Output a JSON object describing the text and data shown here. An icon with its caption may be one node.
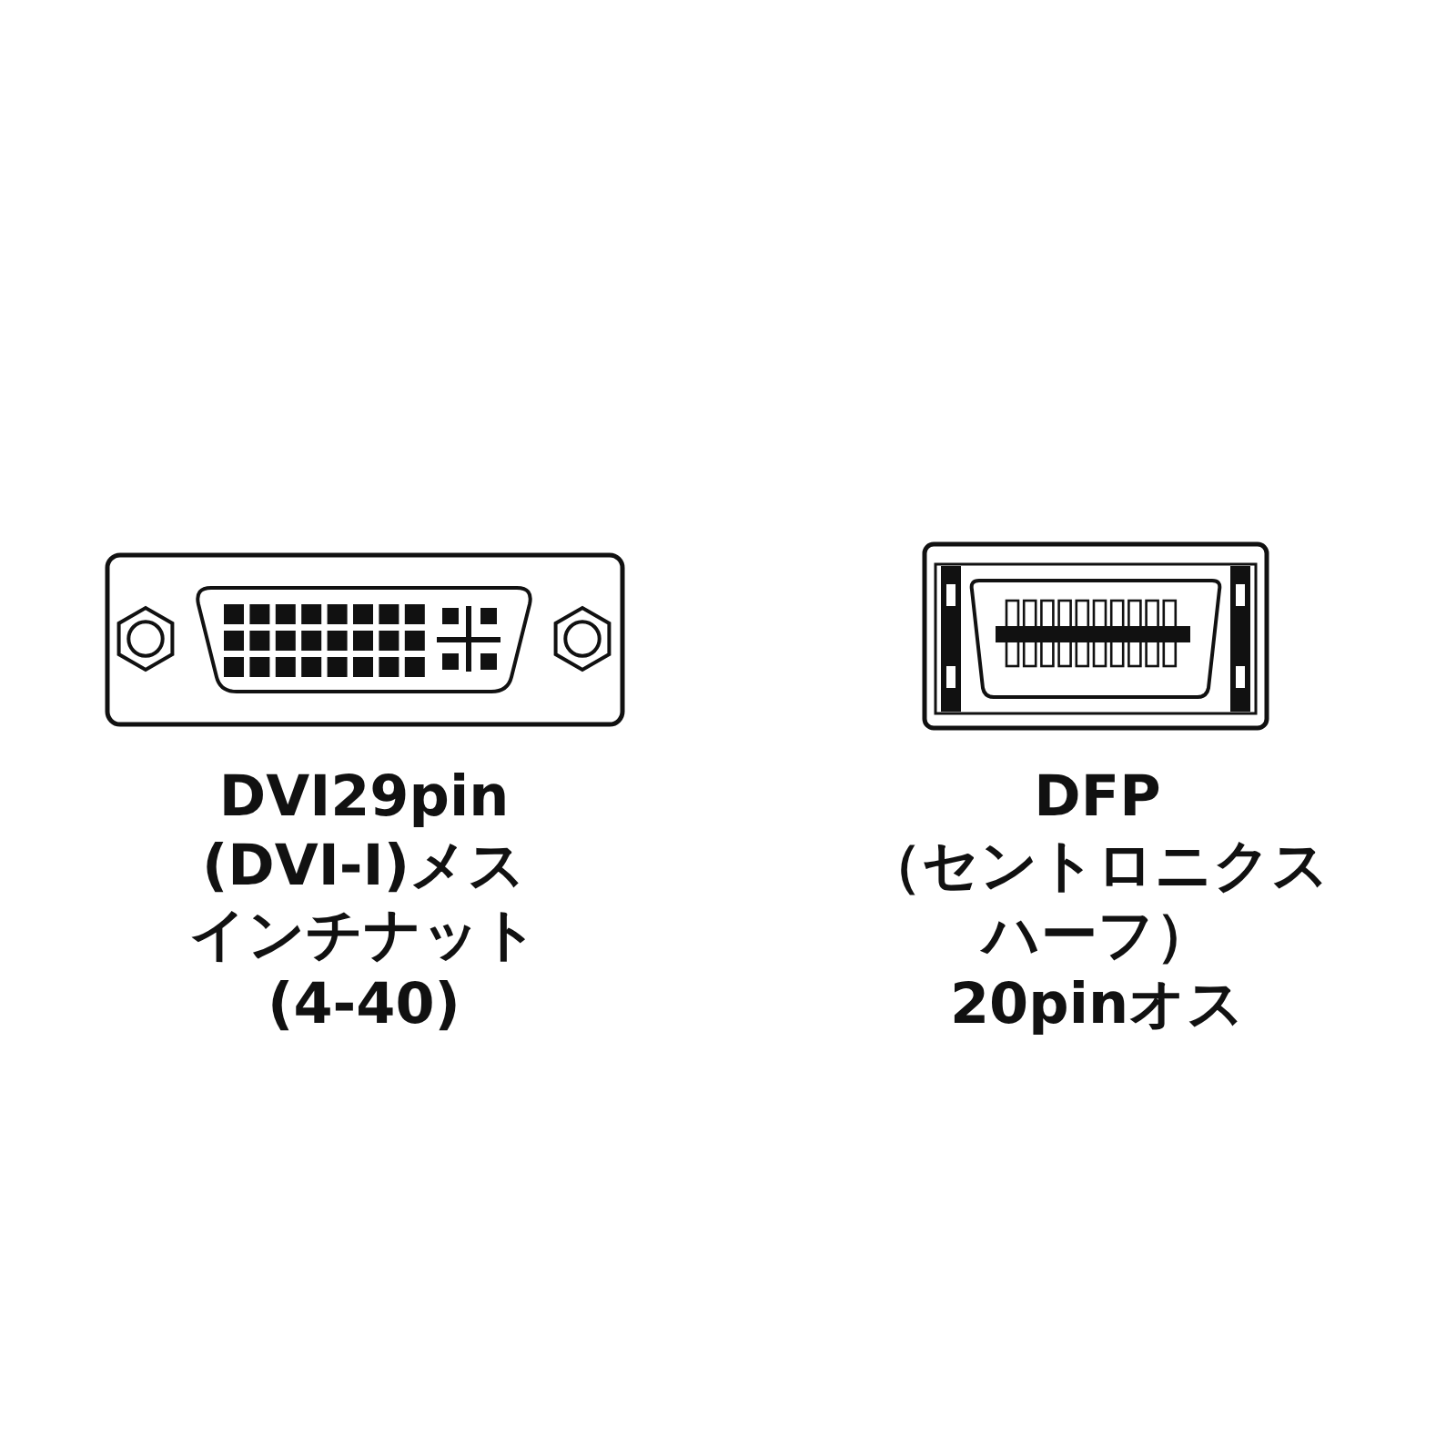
{
  "diagram": {
    "labels": [
      "DVI29pin",
      "(DVI-I)メス",
      "インチナット",
      "(4-40)",
      "DFP",
      "（セントロニクス",
      "ハーフ）",
      "20pinオス"
    ]
  }
}
